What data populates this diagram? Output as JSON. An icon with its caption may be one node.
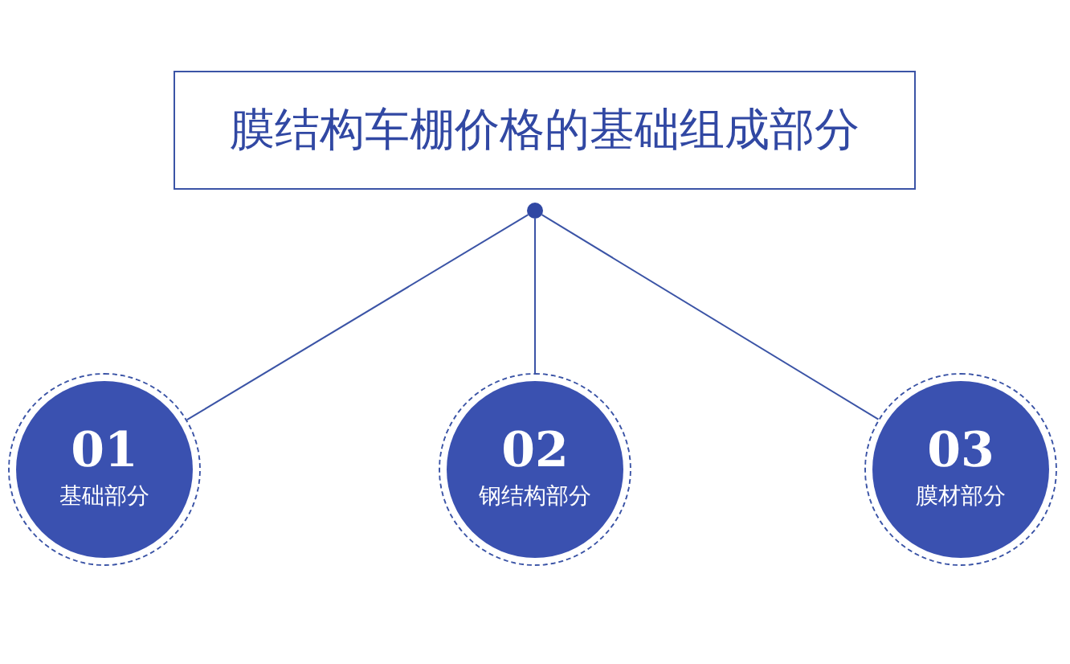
{
  "diagram": {
    "nodes": [
      {
        "text": [
          "膜结构车棚价格的基础组成部分"
        ]
      },
      {
        "text": [],
        "shape": "circle"
      },
      {
        "text": [
          "01",
          "基础部分"
        ]
      },
      {
        "text": [
          "02",
          "钢结构部分"
        ]
      },
      {
        "text": [
          "03",
          "膜材部分"
        ]
      }
    ],
    "edges": [
      {
        "from": 1,
        "to": 2,
        "arrow": "none"
      },
      {
        "from": 1,
        "to": 3,
        "arrow": "none"
      },
      {
        "from": 1,
        "to": 4,
        "arrow": "none"
      }
    ]
  }
}
